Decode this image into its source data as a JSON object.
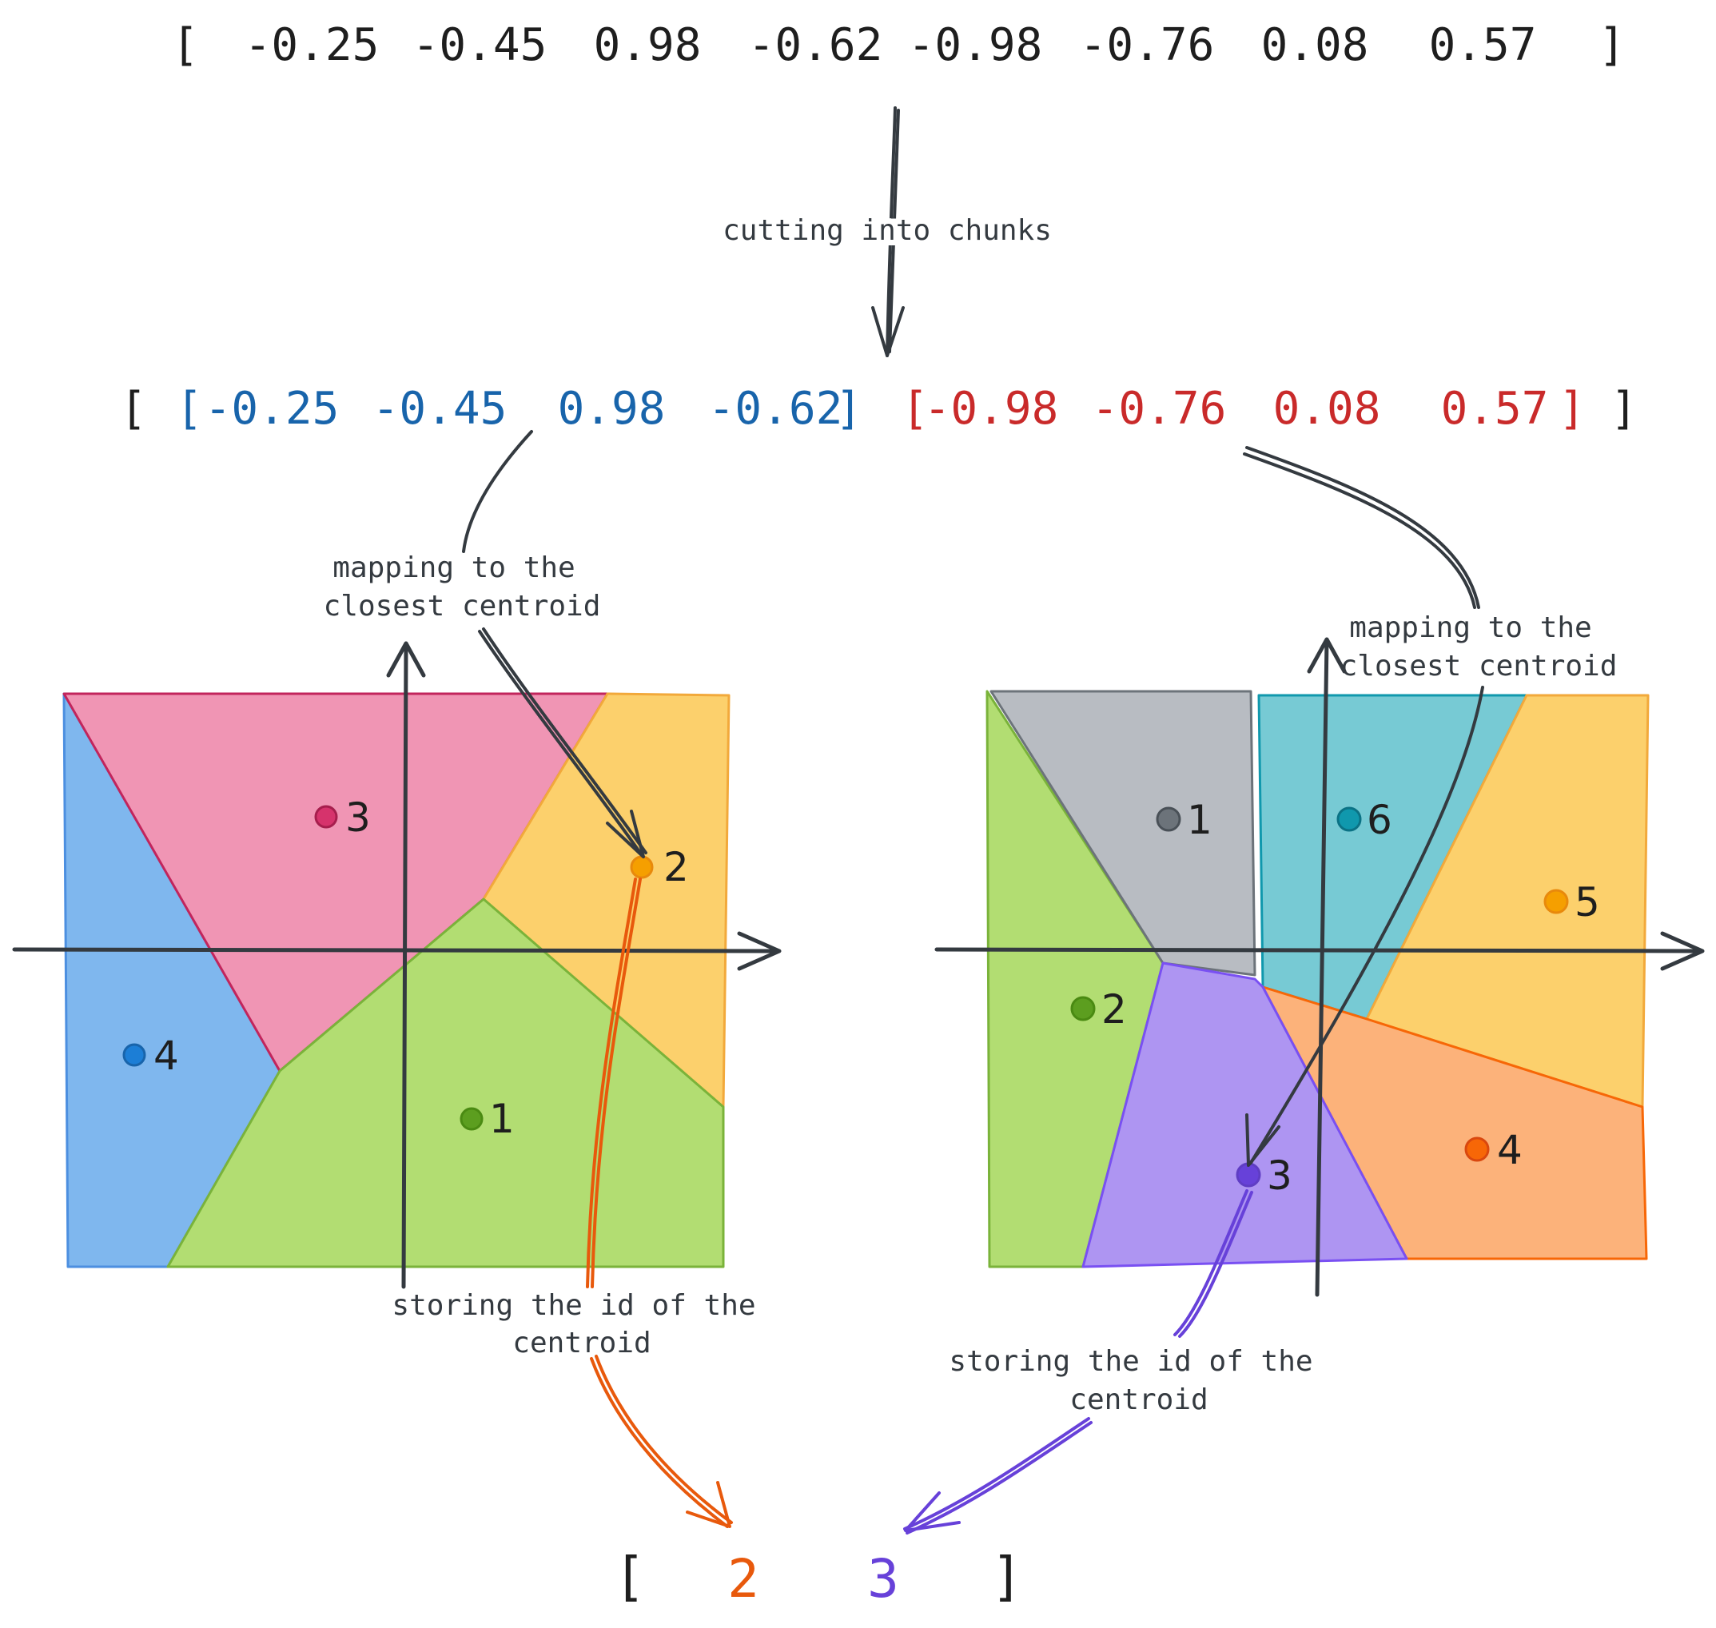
{
  "colors": {
    "black": "#1e1e1e",
    "chunk_blue": "#1864ab",
    "chunk_red": "#c92a2a",
    "arrow_gray": "#343a40",
    "orange_arrow": "#e8590c",
    "purple_arrow": "#6741d9"
  },
  "original_vector": {
    "open_bracket": "[",
    "values": [
      "-0.25",
      "-0.45",
      "0.98",
      "-0.62",
      "-0.98",
      "-0.76",
      "0.08",
      "0.57"
    ],
    "close_bracket": "]"
  },
  "chunked_vector": {
    "outer_open": "[",
    "outer_close": "]",
    "chunk1": {
      "open": "[",
      "values": [
        "-0.25",
        "-0.45",
        "0.98",
        "-0.62"
      ],
      "close": "]"
    },
    "chunk2": {
      "open": "[",
      "values": [
        "-0.98",
        "-0.76",
        "0.08",
        "0.57"
      ],
      "close": "]"
    }
  },
  "annotations": {
    "cutting": "cutting into chunks",
    "mapping_left": [
      "mapping to the",
      "closest centroid"
    ],
    "mapping_right": [
      "mapping to the",
      "closest centroid"
    ],
    "storing_left": [
      "storing the id of the",
      "centroid"
    ],
    "storing_right": [
      "storing the id of the",
      "centroid"
    ]
  },
  "left_plot": {
    "regions": [
      {
        "id": "1",
        "fill": "#b2dd72",
        "stroke": "#7ab33a",
        "dot": "#5c9e1f"
      },
      {
        "id": "2",
        "fill": "#fcd06c",
        "stroke": "#f2a93b",
        "dot": "#f59f00"
      },
      {
        "id": "3",
        "fill": "#f095b4",
        "stroke": "#c2255c",
        "dot": "#d6336c"
      },
      {
        "id": "4",
        "fill": "#7fb7ee",
        "stroke": "#4c8fe0",
        "dot": "#1c7ed6"
      }
    ]
  },
  "right_plot": {
    "regions": [
      {
        "id": "1",
        "fill": "#b8bcc2",
        "stroke": "#6c737a",
        "dot": "#6c737a"
      },
      {
        "id": "2",
        "fill": "#b2dd72",
        "stroke": "#7ab33a",
        "dot": "#5c9e1f"
      },
      {
        "id": "3",
        "fill": "#ae95f2",
        "stroke": "#7950f2",
        "dot": "#6741d9"
      },
      {
        "id": "4",
        "fill": "#fcb27a",
        "stroke": "#f76707",
        "dot": "#f76707"
      },
      {
        "id": "5",
        "fill": "#fcd06c",
        "stroke": "#f2a93b",
        "dot": "#f59f00"
      },
      {
        "id": "6",
        "fill": "#77cad4",
        "stroke": "#1098ad",
        "dot": "#1098ad"
      }
    ]
  },
  "result": {
    "open": "[",
    "ids": [
      "2",
      "3"
    ],
    "close": "]",
    "id_colors": [
      "#e8590c",
      "#6741d9"
    ]
  }
}
